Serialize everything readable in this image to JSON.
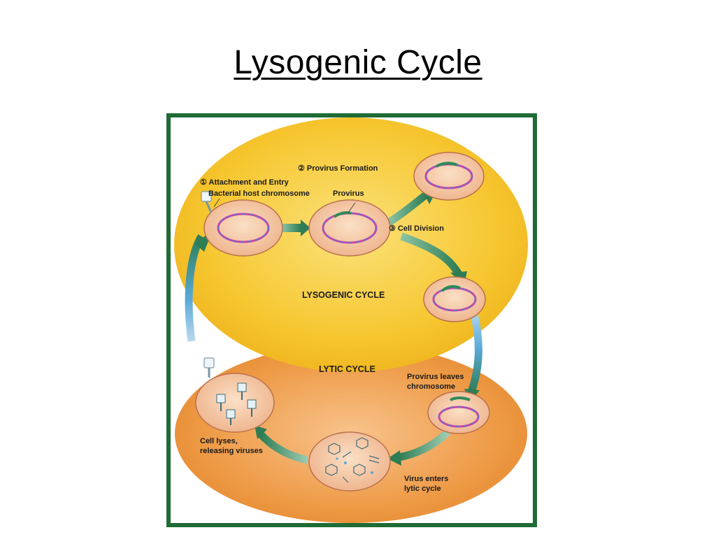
{
  "slide": {
    "title": "Lysogenic Cycle"
  },
  "diagram": {
    "cycles": {
      "lysogenic": "LYSOGENIC CYCLE",
      "lytic": "LYTIC CYCLE"
    },
    "steps": {
      "step1": "① Attachment and Entry",
      "host_chromosome": "Bacterial host chromosome",
      "step2": "② Provirus Formation",
      "provirus": "Provirus",
      "step3": "③ Cell Division",
      "provirus_leaves_1": "Provirus leaves",
      "provirus_leaves_2": "chromosome",
      "virus_enters_1": "Virus enters",
      "virus_enters_2": "lytic cycle",
      "cell_lyses_1": "Cell lyses,",
      "cell_lyses_2": "releasing viruses"
    },
    "colors": {
      "lysogenic_region": "#f6c62f",
      "lytic_region": "#ee9a45",
      "cell_fill": "#f4c7a4",
      "cell_stroke": "#b9714f",
      "chromosome_magenta": "#c44aa2",
      "chromosome_blue": "#6d6bd6",
      "provirus_green": "#2f8a5a",
      "arrow_green": "#2e7d55",
      "arrow_blue": "#5aa9d8",
      "frame_green": "#1f6b35"
    }
  }
}
